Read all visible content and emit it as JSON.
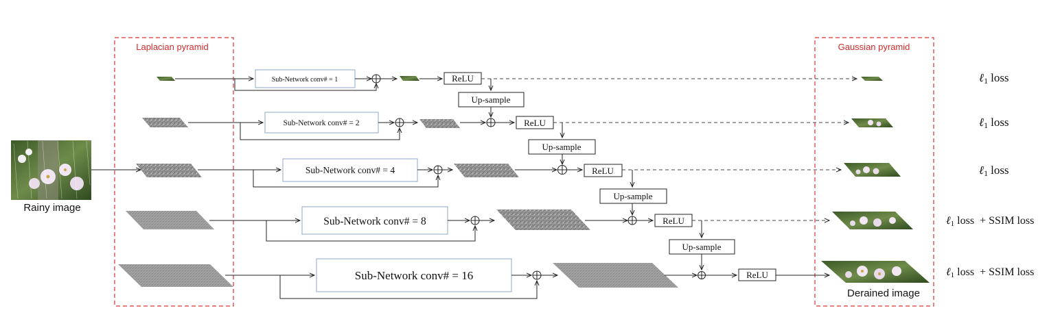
{
  "pyramids": {
    "laplacian": "Laplacian pyramid",
    "gaussian": "Gaussian pyramid"
  },
  "input_label": "Rainy image",
  "output_label": "Derained image",
  "ops": {
    "relu": "ReLU",
    "upsample": "Up-sample",
    "add": "⊕"
  },
  "levels": [
    {
      "subnet": "Sub-Network conv# = 1",
      "loss_prefix": "ℓ",
      "loss_sub": "1",
      "loss_text": "loss",
      "loss_extra": ""
    },
    {
      "subnet": "Sub-Network conv# = 2",
      "loss_prefix": "ℓ",
      "loss_sub": "1",
      "loss_text": "loss",
      "loss_extra": ""
    },
    {
      "subnet": "Sub-Network conv# = 4",
      "loss_prefix": "ℓ",
      "loss_sub": "1",
      "loss_text": "loss",
      "loss_extra": ""
    },
    {
      "subnet": "Sub-Network conv# = 8",
      "loss_prefix": "ℓ",
      "loss_sub": "1",
      "loss_text": "loss",
      "loss_extra": "+  SSIM loss"
    },
    {
      "subnet": "Sub-Network conv# = 16",
      "loss_prefix": "ℓ",
      "loss_sub": "1",
      "loss_text": "loss",
      "loss_extra": "+  SSIM loss"
    }
  ],
  "colors": {
    "pyramid_border": "#e03030",
    "pyramid_label": "#d42a2a",
    "subnet_border": "#9db8d6",
    "line": "#222222",
    "residual_fill": "#9a9a9a",
    "photo_green": "#5e7a3c",
    "flower": "#f1e6f2"
  }
}
